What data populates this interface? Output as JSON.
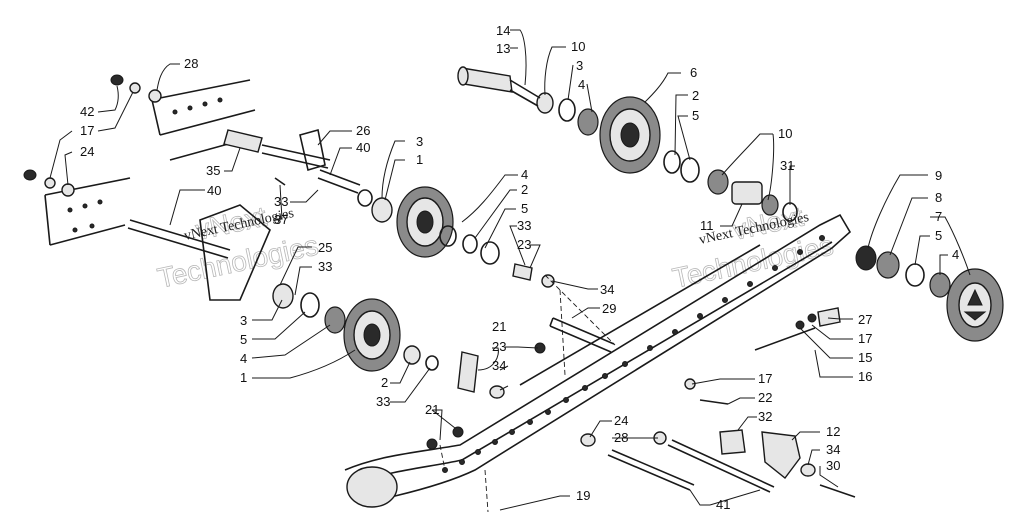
{
  "watermarks": {
    "left_small": "vNext Technologies",
    "left_large_1": "vNext",
    "left_large_2": "Technologies",
    "right_small": "vNext Technologies",
    "right_large_1": "vNext",
    "right_large_2": "Technologies"
  },
  "callouts": {
    "c14": "14",
    "c13": "13",
    "c10a": "10",
    "c3a": "3",
    "c4a": "4",
    "c6": "6",
    "c2a": "2",
    "c5a": "5",
    "c10b": "10",
    "c31": "31",
    "c11": "11",
    "c9": "9",
    "c8": "8",
    "c7": "7",
    "c5b": "5",
    "c4b": "4",
    "c28a": "28",
    "c42": "42",
    "c17a": "17",
    "c24a": "24",
    "c26": "26",
    "c40a": "40",
    "c35": "35",
    "c33a": "33",
    "c37": "37",
    "c40b": "40",
    "c3b": "3",
    "c1a": "1",
    "c4c": "4",
    "c2b": "2",
    "c5c": "5",
    "c33b": "33",
    "c23a": "23",
    "c34a": "34",
    "c29": "29",
    "c25": "25",
    "c33c": "33",
    "c3c": "3",
    "c5d": "5",
    "c4d": "4",
    "c1b": "1",
    "c2c": "2",
    "c33d": "33",
    "c21a": "21",
    "c23b": "23",
    "c34b": "34",
    "c27": "27",
    "c17b": "17",
    "c15": "15",
    "c16": "16",
    "c17c": "17",
    "c22": "22",
    "c21b": "21",
    "c32": "32",
    "c24b": "24",
    "c28b": "28",
    "c12": "12",
    "c34c": "34",
    "c30": "30",
    "c19": "19",
    "c41": "41"
  }
}
